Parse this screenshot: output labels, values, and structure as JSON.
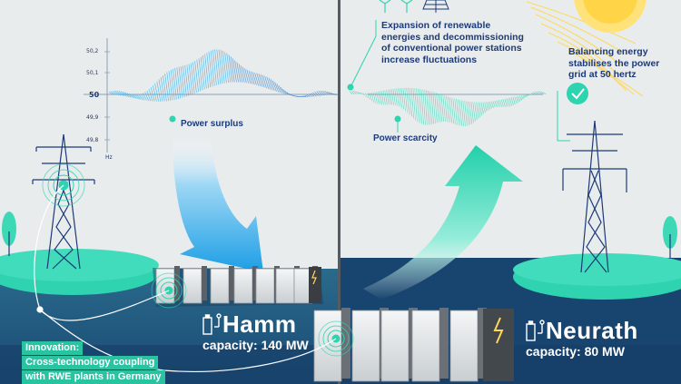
{
  "left_panel": {
    "y_axis_ticks": [
      "50,2",
      "50,1",
      "50",
      "49,9",
      "49,8"
    ],
    "y_axis_unit": "Hz",
    "power_surplus_label": "Power surplus",
    "plant": {
      "name": "Hamm",
      "capacity": "capacity: 140 MW"
    },
    "innovation_lines": [
      "Innovation:",
      "Cross-technology coupling",
      "with RWE plants in Germany"
    ]
  },
  "right_panel": {
    "expansion_text": [
      "Expansion of renewable",
      "energies and decommissioning",
      "of conventional power stations",
      "increase fluctuations"
    ],
    "power_scarcity_label": "Power scarcity",
    "balancing_text": [
      "Balancing energy",
      "stabilises the power",
      "grid at 50 hertz"
    ],
    "plant": {
      "name": "Neurath",
      "capacity": "capacity: 80 MW"
    }
  },
  "colors": {
    "background": "#e9eced",
    "navy": "#1d3a78",
    "water_dark": "#17466e",
    "water_light": "#2b6a8c",
    "teal": "#2dd4b0",
    "teal_light": "#8de6d4",
    "arrow_blue": "#2aa9e8",
    "sun": "#ffd75a",
    "divider": "#555b60"
  },
  "icons": [
    "wind-turbine-icon",
    "solar-panel-icon",
    "checkmark-icon",
    "battery-icon",
    "transmission-tower-icon",
    "signal-waves-icon",
    "tree-icon"
  ]
}
